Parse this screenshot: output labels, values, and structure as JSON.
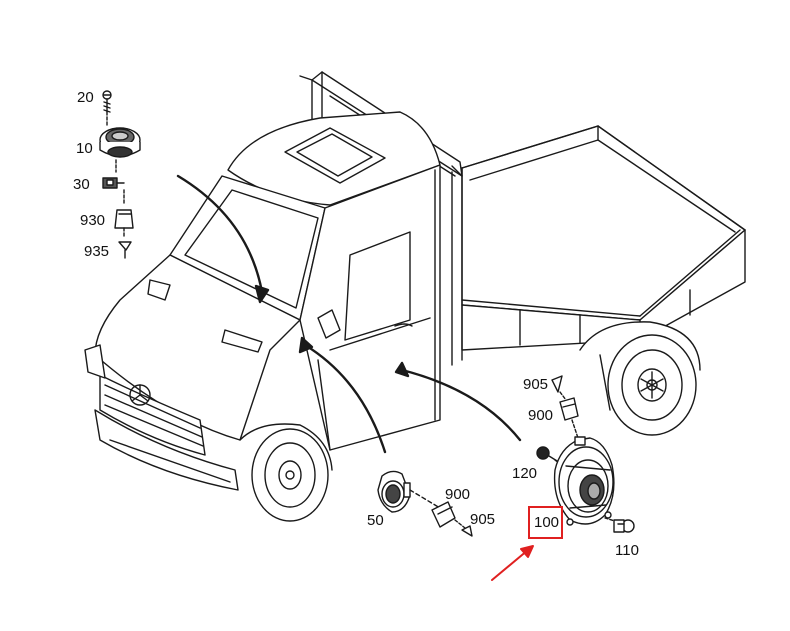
{
  "callouts": {
    "p20": "20",
    "p10": "10",
    "p30": "30",
    "p930": "930",
    "p935": "935",
    "p905_right": "905",
    "p900_right": "900",
    "p120": "120",
    "p100": "100",
    "p110": "110",
    "p50": "50",
    "p900_bottom": "900",
    "p905_bottom": "905"
  },
  "colors": {
    "line": "#1a1a1a",
    "highlight": "#e02020",
    "background": "#ffffff"
  },
  "icons": [
    "truck-drawing",
    "tweeter-speaker-icon",
    "door-speaker-icon",
    "pointer-arrow-icon"
  ]
}
